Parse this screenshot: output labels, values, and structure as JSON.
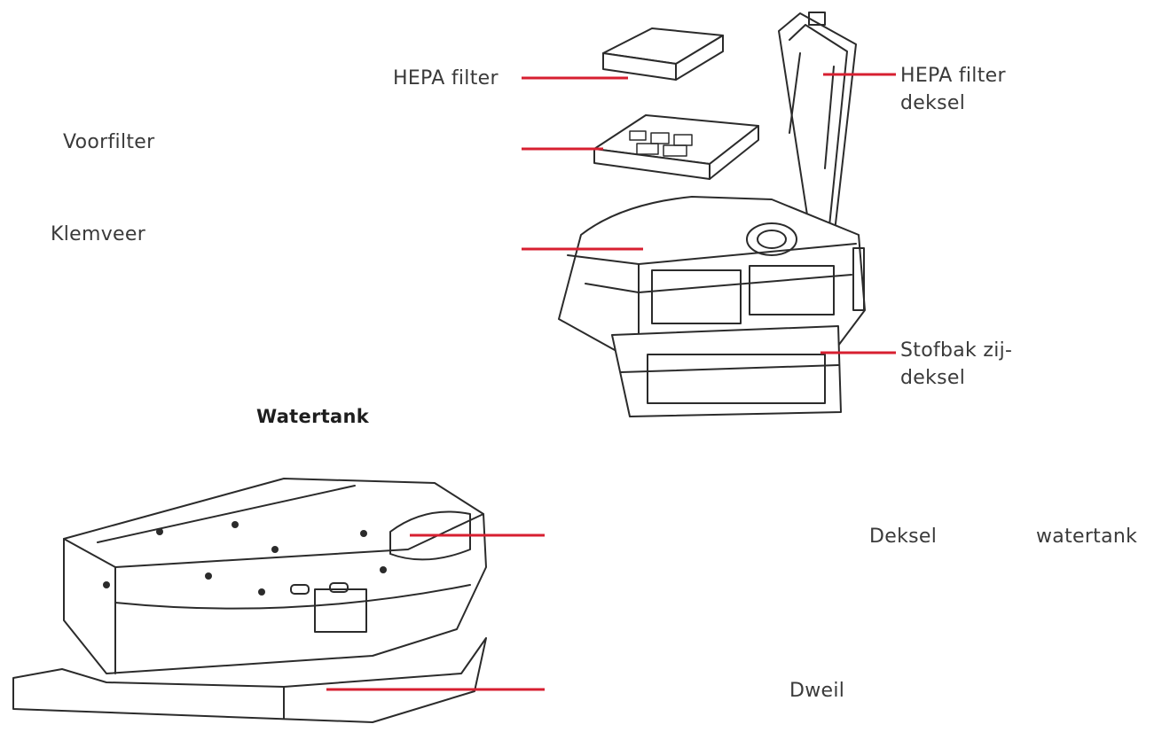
{
  "diagram": {
    "line_color": "#d71f30",
    "labels": {
      "hepa_filter": "HEPA filter",
      "hepa_filter_cover": [
        "HEPA filter",
        "deksel"
      ],
      "prefilter": "Voorfilter",
      "clamp_spring": "Klemveer",
      "dustbin_side_cover": [
        "Stofbak zij-",
        "deksel"
      ],
      "watertank_title": "Watertank",
      "watertank_cover_1": "Deksel",
      "watertank_cover_2": "watertank",
      "mop": "Dweil"
    }
  }
}
